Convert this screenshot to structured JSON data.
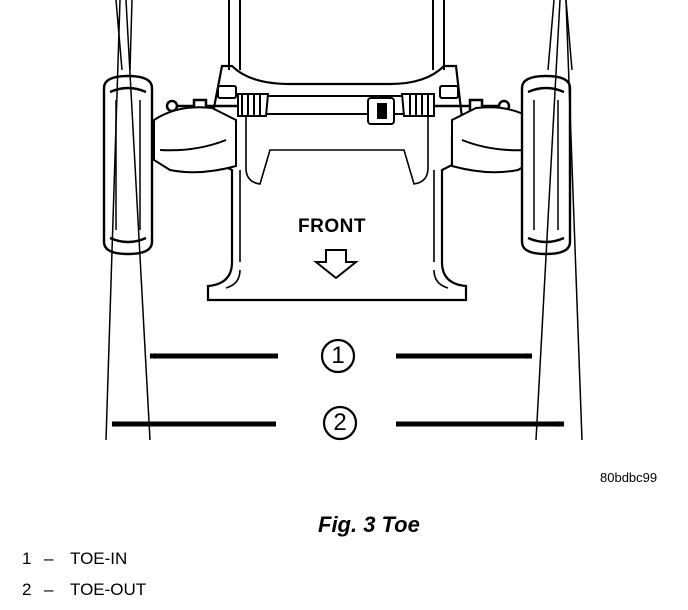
{
  "diagram": {
    "front_label": "FRONT",
    "callouts": [
      "1",
      "2"
    ],
    "figure_id": "80bdbc99"
  },
  "caption": "Fig. 3 Toe",
  "legend": [
    {
      "num": "1",
      "dash": "–",
      "label": "TOE-IN"
    },
    {
      "num": "2",
      "dash": "–",
      "label": "TOE-OUT"
    }
  ]
}
